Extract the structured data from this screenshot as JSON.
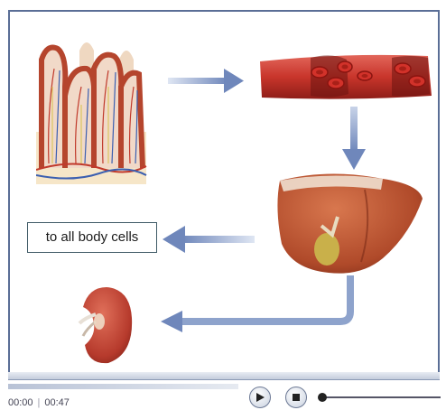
{
  "content": {
    "destination_label": "to all body cells"
  },
  "player": {
    "current_time": "00:00",
    "total_time": "00:47",
    "progress": 0.0
  },
  "icons": {
    "play": "play-icon",
    "stop": "stop-icon"
  },
  "colors": {
    "frame": "#5a6e96",
    "arrow": "#8ea3cc",
    "label_border": "#3f5a66"
  }
}
